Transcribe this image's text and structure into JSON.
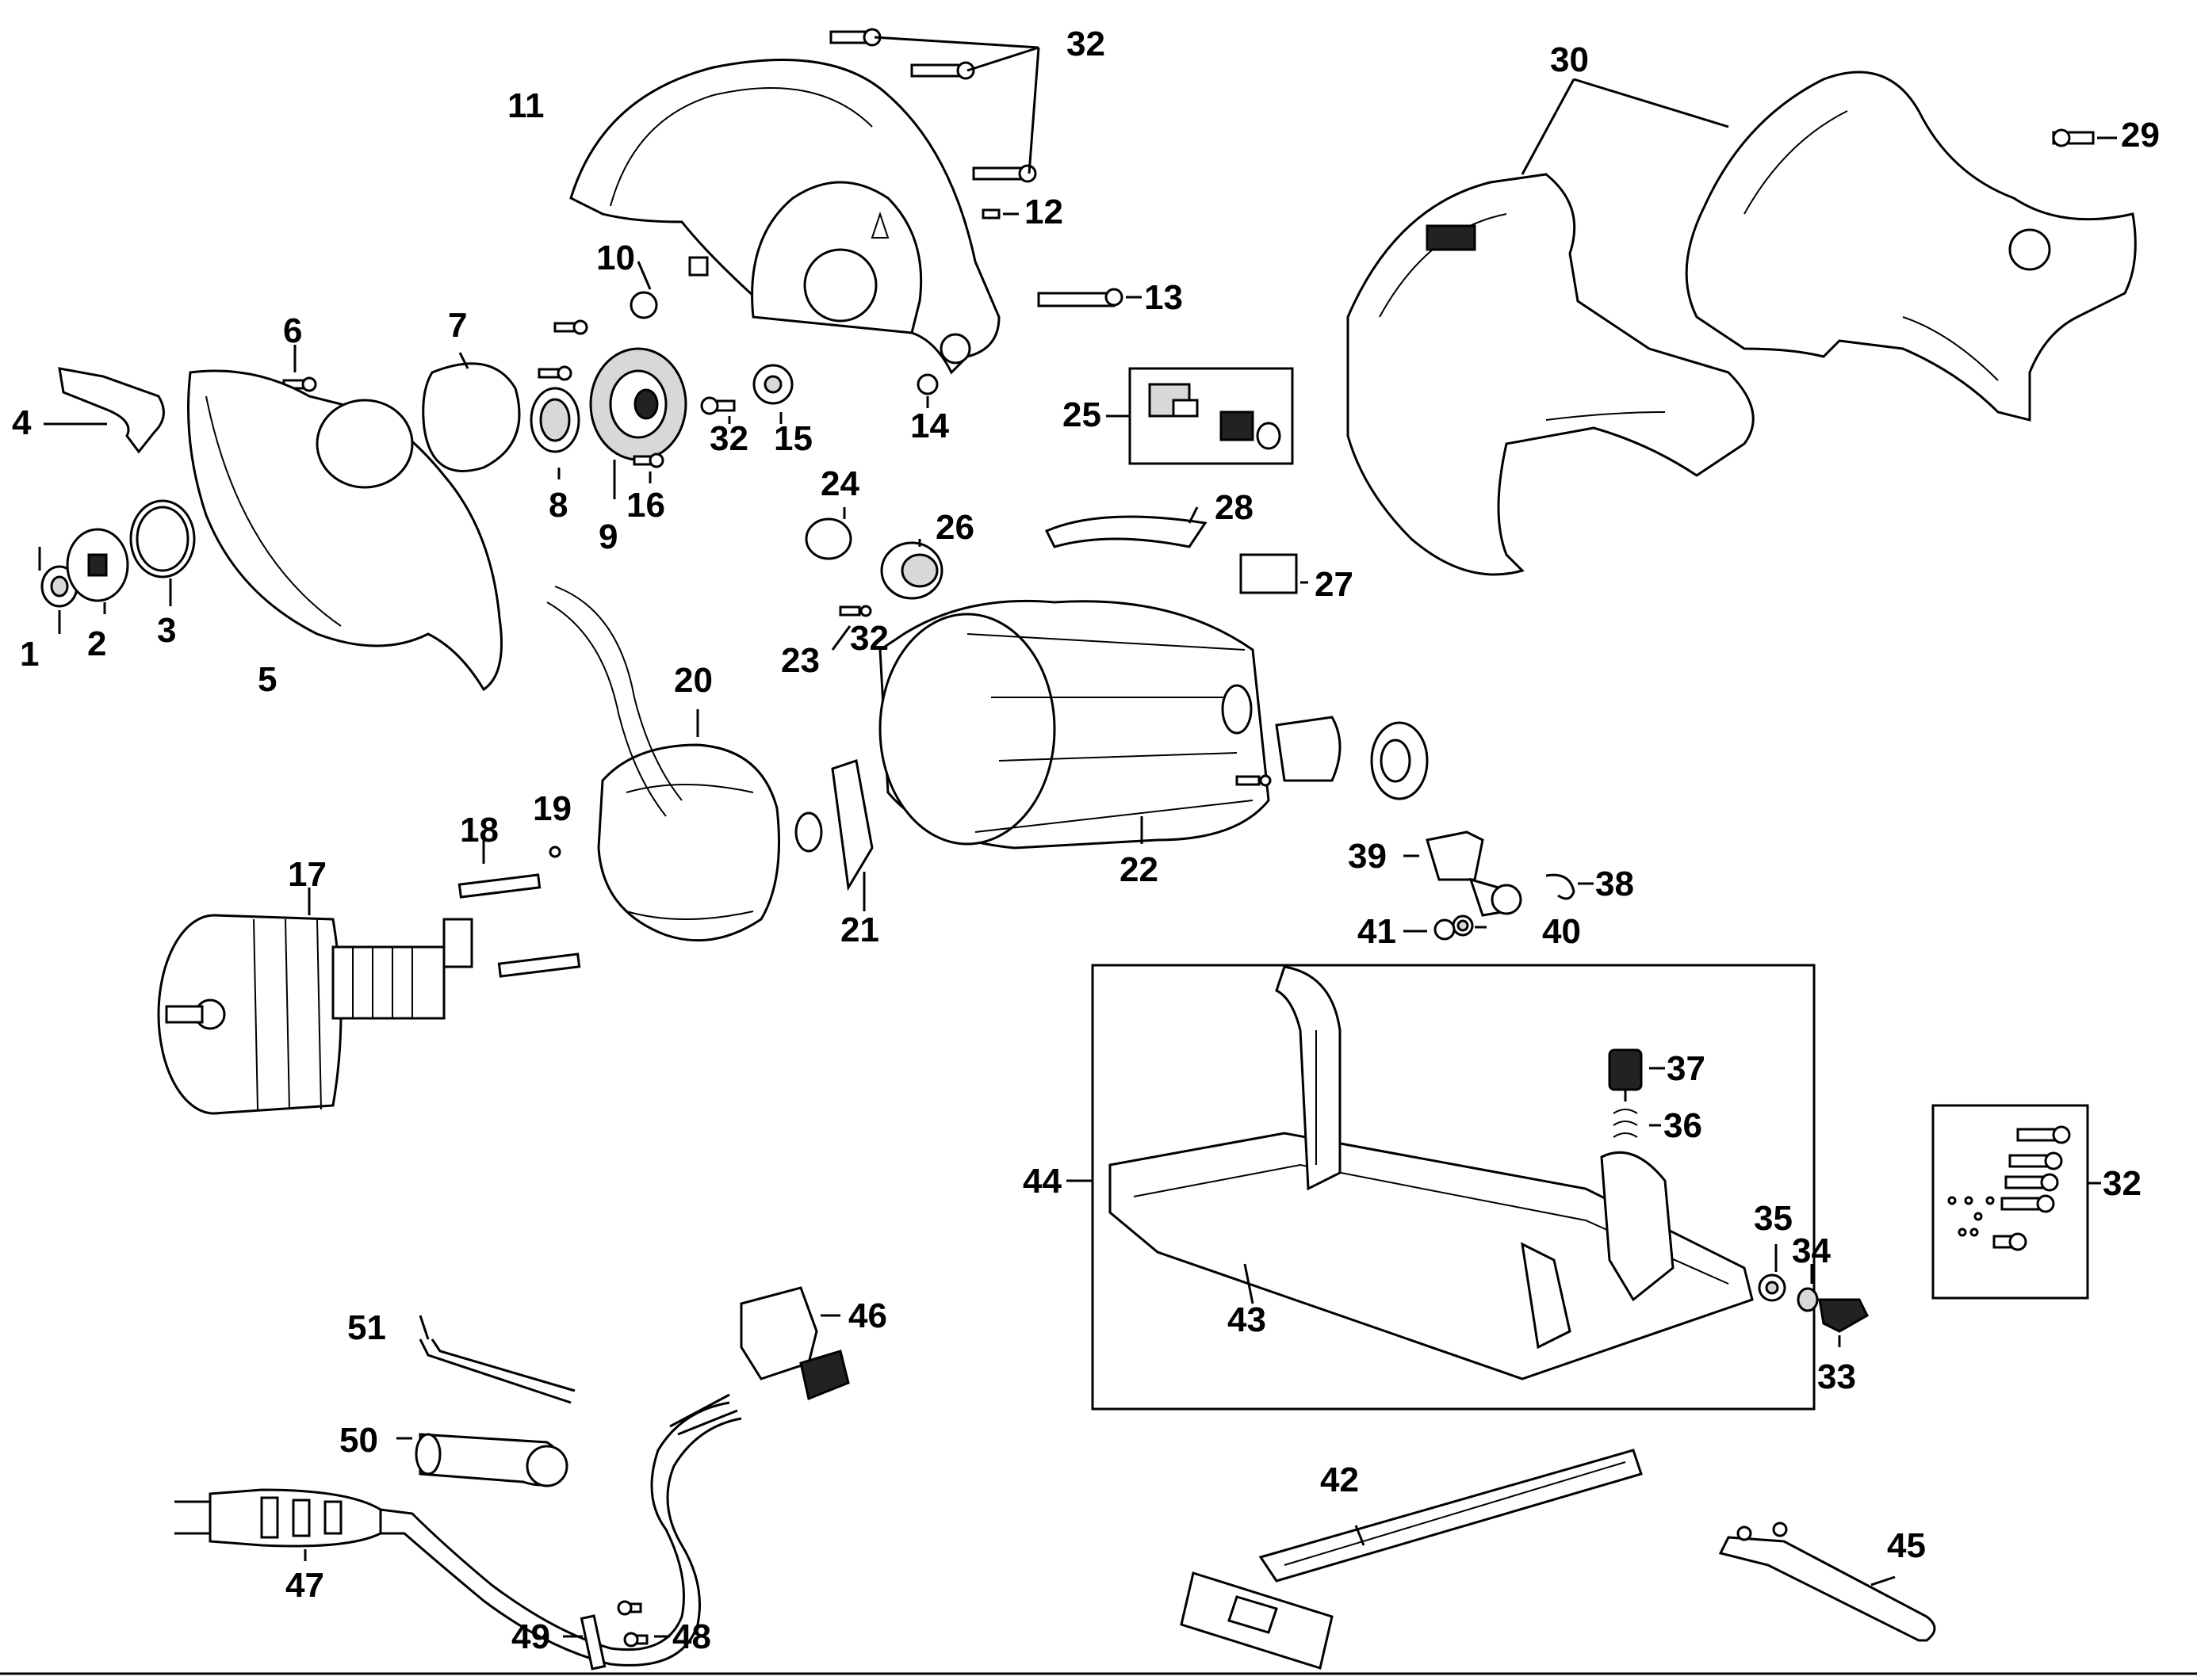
{
  "colors": {
    "ink": "#000000",
    "paper": "#ffffff",
    "shade": "#d8d8d8"
  },
  "labels": {
    "l1": "1",
    "l2": "2",
    "l3": "3",
    "l4": "4",
    "l5": "5",
    "l6": "6",
    "l7": "7",
    "l8": "8",
    "l9": "9",
    "l10": "10",
    "l11": "11",
    "l12": "12",
    "l13": "13",
    "l14": "14",
    "l15": "15",
    "l16": "16",
    "l17": "17",
    "l18": "18",
    "l19": "19",
    "l20": "20",
    "l21": "21",
    "l22": "22",
    "l23": "23",
    "l24": "24",
    "l25": "25",
    "l26": "26",
    "l27": "27",
    "l28": "28",
    "l29": "29",
    "l30": "30",
    "l32": "32",
    "l33": "33",
    "l34": "34",
    "l35": "35",
    "l36": "36",
    "l37": "37",
    "l38": "38",
    "l39": "39",
    "l40": "40",
    "l41": "41",
    "l42": "42",
    "l43": "43",
    "l44": "44",
    "l45": "45",
    "l46": "46",
    "l47": "47",
    "l48": "48",
    "l49": "49",
    "l50": "50",
    "l51": "51"
  }
}
